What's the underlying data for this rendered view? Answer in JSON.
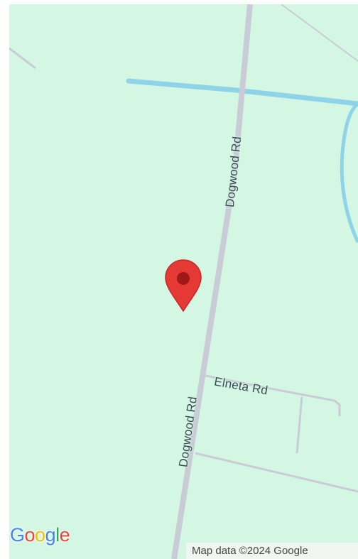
{
  "map": {
    "labels": {
      "road_north": "Dogwood Rd",
      "road_south": "Dogwood Rd",
      "side_road": "Elneta Rd"
    },
    "marker": {
      "icon": "map-pin-icon",
      "color": "#e53935"
    },
    "colors": {
      "land": "#d4f7e3",
      "road": "#c9ccd6",
      "water": "#8fd3e8"
    }
  },
  "footer": {
    "logo_letters": [
      "G",
      "o",
      "o",
      "g",
      "l",
      "e"
    ],
    "logo_colors": [
      "#4285F4",
      "#EA4335",
      "#FBBC05",
      "#4285F4",
      "#34A853",
      "#EA4335"
    ],
    "attribution": "Map data ©2024 Google"
  }
}
